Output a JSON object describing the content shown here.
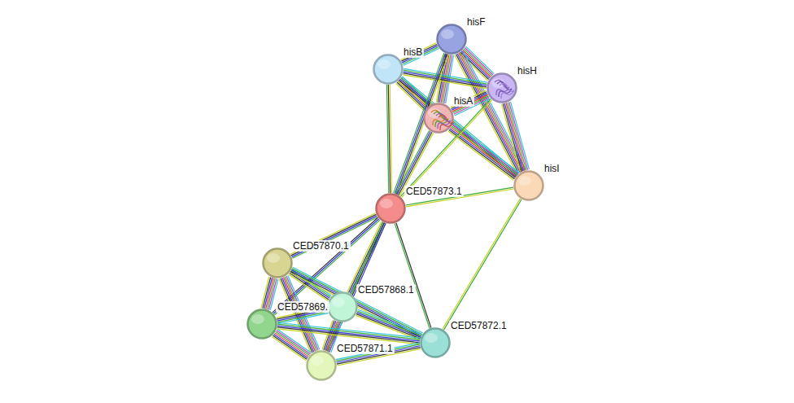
{
  "diagram": {
    "nodes": [
      {
        "text": [
          "hisF"
        ]
      },
      {
        "text": [
          "hisB"
        ]
      },
      {
        "text": [
          "hisH"
        ]
      },
      {
        "text": [
          "hisA"
        ]
      },
      {
        "text": [
          "hisI"
        ]
      },
      {
        "text": [
          "CED57873.1"
        ]
      },
      {
        "text": [
          "CED57870.1"
        ]
      },
      {
        "text": [
          "CED57868.1"
        ]
      },
      {
        "text": [
          "CED57869."
        ]
      },
      {
        "text": [
          "CED57871.1"
        ]
      },
      {
        "text": [
          "CED57872.1"
        ]
      }
    ],
    "edges": [
      {
        "from": 0,
        "to": 1,
        "arrow": "none"
      },
      {
        "from": 0,
        "to": 2,
        "arrow": "none"
      },
      {
        "from": 0,
        "to": 3,
        "arrow": "none"
      },
      {
        "from": 0,
        "to": 4,
        "arrow": "none"
      },
      {
        "from": 1,
        "to": 2,
        "arrow": "none"
      },
      {
        "from": 1,
        "to": 3,
        "arrow": "none"
      },
      {
        "from": 1,
        "to": 4,
        "arrow": "none"
      },
      {
        "from": 2,
        "to": 3,
        "arrow": "none"
      },
      {
        "from": 2,
        "to": 4,
        "arrow": "none"
      },
      {
        "from": 3,
        "to": 4,
        "arrow": "none"
      },
      {
        "from": 5,
        "to": 0,
        "arrow": "none"
      },
      {
        "from": 5,
        "to": 1,
        "arrow": "none"
      },
      {
        "from": 5,
        "to": 2,
        "arrow": "none"
      },
      {
        "from": 5,
        "to": 3,
        "arrow": "none"
      },
      {
        "from": 5,
        "to": 4,
        "arrow": "none"
      },
      {
        "from": 5,
        "to": 6,
        "arrow": "none"
      },
      {
        "from": 5,
        "to": 7,
        "arrow": "none"
      },
      {
        "from": 5,
        "to": 8,
        "arrow": "none"
      },
      {
        "from": 5,
        "to": 9,
        "arrow": "none"
      },
      {
        "from": 5,
        "to": 10,
        "arrow": "none"
      },
      {
        "from": 4,
        "to": 10,
        "arrow": "none"
      },
      {
        "from": 6,
        "to": 7,
        "arrow": "none"
      },
      {
        "from": 6,
        "to": 8,
        "arrow": "none"
      },
      {
        "from": 6,
        "to": 9,
        "arrow": "none"
      },
      {
        "from": 6,
        "to": 10,
        "arrow": "none"
      },
      {
        "from": 7,
        "to": 8,
        "arrow": "none"
      },
      {
        "from": 7,
        "to": 9,
        "arrow": "none"
      },
      {
        "from": 7,
        "to": 10,
        "arrow": "none"
      },
      {
        "from": 8,
        "to": 9,
        "arrow": "none"
      },
      {
        "from": 8,
        "to": 10,
        "arrow": "none"
      },
      {
        "from": 9,
        "to": 10,
        "arrow": "none"
      }
    ]
  }
}
